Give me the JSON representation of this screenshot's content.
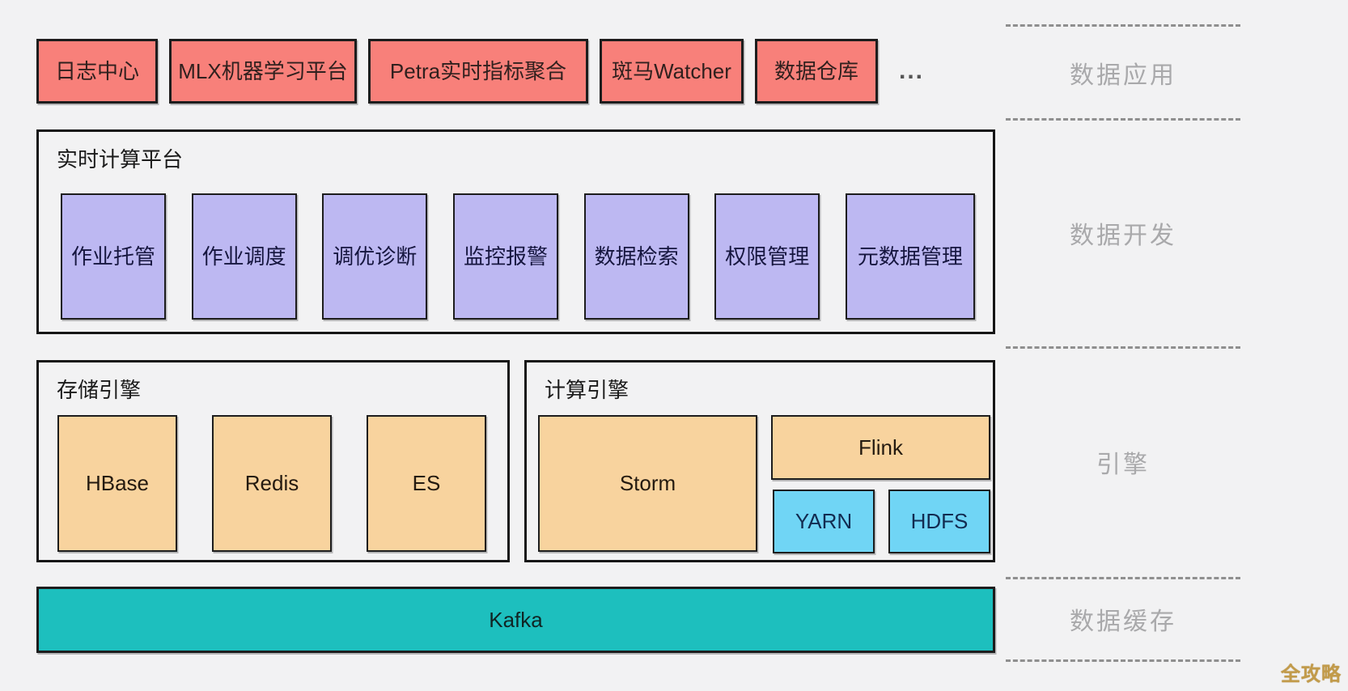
{
  "colors": {
    "background": "#f2f2f3",
    "app_box_fill": "#f8807a",
    "module_box_fill": "#bdb8f2",
    "engine_box_fill": "#f8d39e",
    "hadoop_box_fill": "#70d5f5",
    "kafka_fill": "#1dbfbe",
    "border": "#1d1d1d",
    "section_label": "#a9a9ab",
    "watermark": "#c29b4a"
  },
  "data_apps": {
    "section_label": "数据应用",
    "items": [
      "日志中心",
      "MLX机器学习平台",
      "Petra实时指标聚合",
      "斑马Watcher",
      "数据仓库"
    ],
    "more": "..."
  },
  "platform": {
    "title": "实时计算平台",
    "section_label": "数据开发",
    "modules": [
      "作业托管",
      "作业调度",
      "调优诊断",
      "监控报警",
      "数据检索",
      "权限管理",
      "元数据管理"
    ]
  },
  "engines": {
    "section_label": "引擎",
    "storage": {
      "title": "存储引擎",
      "items": [
        "HBase",
        "Redis",
        "ES"
      ]
    },
    "compute": {
      "title": "计算引擎",
      "storm": "Storm",
      "flink": "Flink",
      "yarn": "YARN",
      "hdfs": "HDFS"
    }
  },
  "cache": {
    "section_label": "数据缓存",
    "kafka": "Kafka"
  },
  "watermark": "全攻略"
}
